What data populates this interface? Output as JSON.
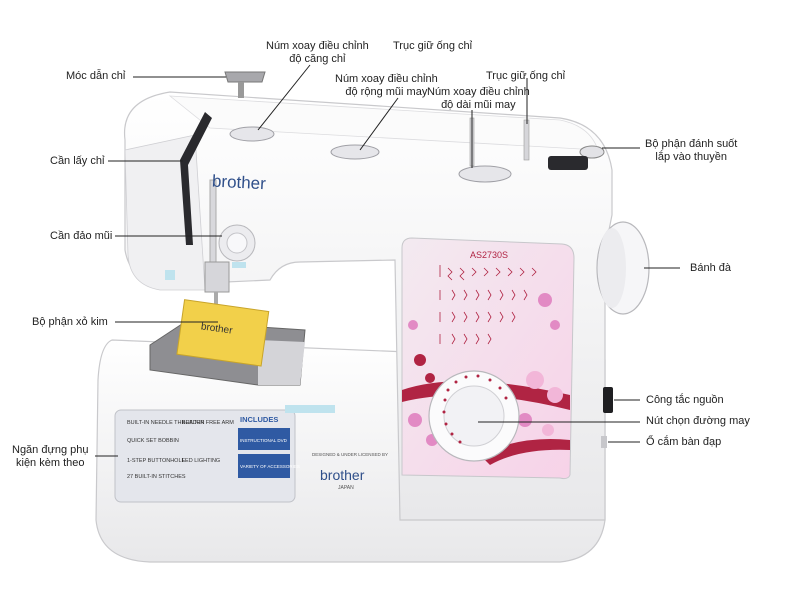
{
  "machine": {
    "brand": "brother",
    "model": "AS2730S",
    "included_heading": "INCLUDES",
    "features": [
      "BUILT-IN NEEDLE THREADER",
      "QUICK SET BOBBIN",
      "1-STEP BUTTONHOLE",
      "27 BUILT-IN STITCHES",
      "BUILT-IN FREE ARM",
      "LED LIGHTING"
    ],
    "includes": [
      "INSTRUCTIONAL DVD",
      "VARIETY OF ACCESSORIES"
    ],
    "designed_text": "DESIGNED & UNDER LICENSED BY",
    "japan_text": "JAPAN",
    "colors": {
      "body": "#f6f6f6",
      "accent_pink": "#e28ac4",
      "accent_red": "#b02443",
      "blue": "#2f5aa3",
      "yellow": "#f2d04a"
    }
  },
  "labels": {
    "moc_dan_chi": "Móc dẫn chỉ",
    "nut_cang_chi": [
      "Núm xoay điều chỉnh",
      "độ căng chỉ"
    ],
    "truc_ong_chi_1": "Trục giữ ống chỉ",
    "nut_rong_mui": [
      "Núm xoay điều chỉnh",
      "độ rộng mũi may"
    ],
    "truc_ong_chi_2": "Trục giữ ống chỉ",
    "nut_dai_mui": [
      "Núm xoay điều chỉnh",
      "độ dài mũi may"
    ],
    "danh_suot": [
      "Bộ phận đánh suốt",
      "lắp vào thuyền"
    ],
    "can_lay_chi": "Cần lấy chỉ",
    "can_dao_mui": "Cần đảo mũi",
    "banh_da": "Bánh đà",
    "xo_kim": "Bộ phận xỏ kim",
    "cong_tac": "Công tắc nguồn",
    "nut_chon": "Nút chọn đường may",
    "o_cam": "Ổ cắm bàn đạp",
    "ngan_dung": [
      "Ngăn đựng phụ",
      "kiện kèm theo"
    ]
  }
}
